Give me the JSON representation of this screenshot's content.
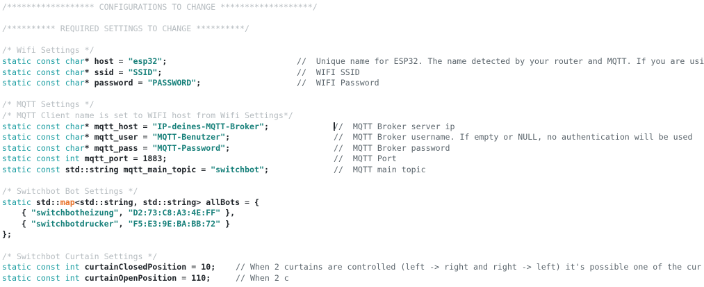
{
  "editor": {
    "language": "cpp",
    "colors": {
      "background": "#ffffff",
      "keyword": "#189ca0",
      "string": "#17807a",
      "identifier": "#20252a",
      "block_comment": "#b6bcc0",
      "line_comment": "#5a646b",
      "template_type": "#e8722a",
      "caret": "#20252a"
    },
    "caret": {
      "present": true,
      "line_index": 10,
      "column_label": "before-comment-slashes"
    }
  },
  "lines": [
    {
      "id": "banner-configurations",
      "segments": [
        {
          "cls": "blockcmt",
          "t": "/****************** CONFIGURATIONS TO CHANGE *******************/"
        }
      ]
    },
    {
      "id": "blank-1",
      "segments": []
    },
    {
      "id": "banner-required-settings",
      "segments": [
        {
          "cls": "blockcmt",
          "t": "/********** REQUIRED SETTINGS TO CHANGE **********/"
        }
      ]
    },
    {
      "id": "blank-2",
      "segments": []
    },
    {
      "id": "comment-wifi-settings",
      "segments": [
        {
          "cls": "blockcmt",
          "t": "/* Wifi Settings */"
        }
      ]
    },
    {
      "id": "decl-host",
      "segments": [
        {
          "cls": "kw",
          "t": "static const char"
        },
        {
          "cls": "punct",
          "t": "* "
        },
        {
          "cls": "ident",
          "t": "host"
        },
        {
          "cls": "plain",
          "t": " = "
        },
        {
          "cls": "str",
          "t": "\"esp32\""
        },
        {
          "cls": "punct",
          "t": ";"
        }
      ],
      "comment": "//  Unique name for ESP32. The name detected by your router and MQTT. If you are usi",
      "comment_col": "a"
    },
    {
      "id": "decl-ssid",
      "segments": [
        {
          "cls": "kw",
          "t": "static const char"
        },
        {
          "cls": "punct",
          "t": "* "
        },
        {
          "cls": "ident",
          "t": "ssid"
        },
        {
          "cls": "plain",
          "t": " = "
        },
        {
          "cls": "str",
          "t": "\"SSID\""
        },
        {
          "cls": "punct",
          "t": ";"
        }
      ],
      "comment": "//  WIFI SSID",
      "comment_col": "a"
    },
    {
      "id": "decl-password",
      "segments": [
        {
          "cls": "kw",
          "t": "static const char"
        },
        {
          "cls": "punct",
          "t": "* "
        },
        {
          "cls": "ident",
          "t": "password"
        },
        {
          "cls": "plain",
          "t": " = "
        },
        {
          "cls": "str",
          "t": "\"PASSWORD\""
        },
        {
          "cls": "punct",
          "t": ";"
        }
      ],
      "comment": "//  WIFI Password",
      "comment_col": "a"
    },
    {
      "id": "blank-3",
      "segments": []
    },
    {
      "id": "comment-mqtt-settings",
      "segments": [
        {
          "cls": "blockcmt",
          "t": "/* MQTT Settings */"
        }
      ]
    },
    {
      "id": "comment-mqtt-client-name",
      "segments": [
        {
          "cls": "blockcmt",
          "t": "/* MQTT Client name is set to WIFI host from Wifi Settings*/"
        }
      ]
    },
    {
      "id": "decl-mqtt-host",
      "segments": [
        {
          "cls": "kw",
          "t": "static const char"
        },
        {
          "cls": "punct",
          "t": "* "
        },
        {
          "cls": "ident",
          "t": "mqtt_host"
        },
        {
          "cls": "plain",
          "t": " = "
        },
        {
          "cls": "str",
          "t": "\"IP-deines-MQTT-Broker\""
        },
        {
          "cls": "punct",
          "t": ";"
        }
      ],
      "comment": "//  MQTT Broker server ip",
      "comment_col": "b",
      "caret": true
    },
    {
      "id": "decl-mqtt-user",
      "segments": [
        {
          "cls": "kw",
          "t": "static const char"
        },
        {
          "cls": "punct",
          "t": "* "
        },
        {
          "cls": "ident",
          "t": "mqtt_user"
        },
        {
          "cls": "plain",
          "t": " = "
        },
        {
          "cls": "str",
          "t": "\"MQTT-Benutzer\""
        },
        {
          "cls": "punct",
          "t": ";"
        }
      ],
      "comment": "//  MQTT Broker username. If empty or NULL, no authentication will be used",
      "comment_col": "b"
    },
    {
      "id": "decl-mqtt-pass",
      "segments": [
        {
          "cls": "kw",
          "t": "static const char"
        },
        {
          "cls": "punct",
          "t": "* "
        },
        {
          "cls": "ident",
          "t": "mqtt_pass"
        },
        {
          "cls": "plain",
          "t": " = "
        },
        {
          "cls": "str",
          "t": "\"MQTT-Password\""
        },
        {
          "cls": "punct",
          "t": ";"
        }
      ],
      "comment": "//  MQTT Broker password",
      "comment_col": "b"
    },
    {
      "id": "decl-mqtt-port",
      "segments": [
        {
          "cls": "kw",
          "t": "static const int"
        },
        {
          "cls": "plain",
          "t": " "
        },
        {
          "cls": "ident",
          "t": "mqtt_port"
        },
        {
          "cls": "plain",
          "t": " = "
        },
        {
          "cls": "num",
          "t": "1883"
        },
        {
          "cls": "punct",
          "t": ";"
        }
      ],
      "comment": "//  MQTT Port",
      "comment_col": "b"
    },
    {
      "id": "decl-mqtt-main-topic",
      "segments": [
        {
          "cls": "kw",
          "t": "static const"
        },
        {
          "cls": "plain",
          "t": " "
        },
        {
          "cls": "type",
          "t": "std::string"
        },
        {
          "cls": "plain",
          "t": " "
        },
        {
          "cls": "ident",
          "t": "mqtt_main_topic"
        },
        {
          "cls": "plain",
          "t": " = "
        },
        {
          "cls": "str",
          "t": "\"switchbot\""
        },
        {
          "cls": "punct",
          "t": ";"
        }
      ],
      "comment": "//  MQTT main topic",
      "comment_col": "b"
    },
    {
      "id": "blank-4",
      "segments": []
    },
    {
      "id": "comment-switchbot-bot-settings",
      "segments": [
        {
          "cls": "blockcmt",
          "t": "/* Switchbot Bot Settings */"
        }
      ]
    },
    {
      "id": "decl-allbots",
      "segments": [
        {
          "cls": "kw",
          "t": "static"
        },
        {
          "cls": "plain",
          "t": " "
        },
        {
          "cls": "type",
          "t": "std::"
        },
        {
          "cls": "mapkw",
          "t": "map"
        },
        {
          "cls": "type",
          "t": "<std::string, std::string>"
        },
        {
          "cls": "plain",
          "t": " "
        },
        {
          "cls": "ident",
          "t": "allBots"
        },
        {
          "cls": "plain",
          "t": " = "
        },
        {
          "cls": "punct",
          "t": "{"
        }
      ]
    },
    {
      "id": "allbots-entry-heizung",
      "segments": [
        {
          "cls": "punct",
          "t": "    { "
        },
        {
          "cls": "str",
          "t": "\"switchbotheizung\""
        },
        {
          "cls": "punct",
          "t": ", "
        },
        {
          "cls": "str",
          "t": "\"D2:73:C8:A3:4E:FF\""
        },
        {
          "cls": "punct",
          "t": " },"
        }
      ]
    },
    {
      "id": "allbots-entry-drucker",
      "segments": [
        {
          "cls": "punct",
          "t": "    { "
        },
        {
          "cls": "str",
          "t": "\"switchbotdrucker\""
        },
        {
          "cls": "punct",
          "t": ", "
        },
        {
          "cls": "str",
          "t": "\"F5:E3:9E:BA:BB:72\""
        },
        {
          "cls": "punct",
          "t": " }"
        }
      ]
    },
    {
      "id": "allbots-close",
      "segments": [
        {
          "cls": "punct",
          "t": "};"
        }
      ]
    },
    {
      "id": "blank-5",
      "segments": []
    },
    {
      "id": "comment-switchbot-curtain-settings",
      "segments": [
        {
          "cls": "blockcmt",
          "t": "/* Switchbot Curtain Settings */"
        }
      ]
    },
    {
      "id": "decl-curtain-closed-position",
      "segments": [
        {
          "cls": "kw",
          "t": "static const int"
        },
        {
          "cls": "plain",
          "t": " "
        },
        {
          "cls": "ident",
          "t": "curtainClosedPosition"
        },
        {
          "cls": "plain",
          "t": " = "
        },
        {
          "cls": "num",
          "t": "10"
        },
        {
          "cls": "punct",
          "t": ";"
        }
      ],
      "comment": "// When 2 curtains are controlled (left -> right and right -> left) it's possible one of the cur",
      "comment_col": "c"
    },
    {
      "id": "decl-partial-last",
      "partial": true,
      "segments": [
        {
          "cls": "kw",
          "t": "static const int"
        },
        {
          "cls": "plain",
          "t": " "
        },
        {
          "cls": "ident",
          "t": "curtainOpenPosition"
        },
        {
          "cls": "plain",
          "t": " = "
        },
        {
          "cls": "num",
          "t": "110"
        },
        {
          "cls": "punct",
          "t": ";"
        }
      ],
      "comment": "// When 2 c",
      "comment_col": "c"
    }
  ]
}
